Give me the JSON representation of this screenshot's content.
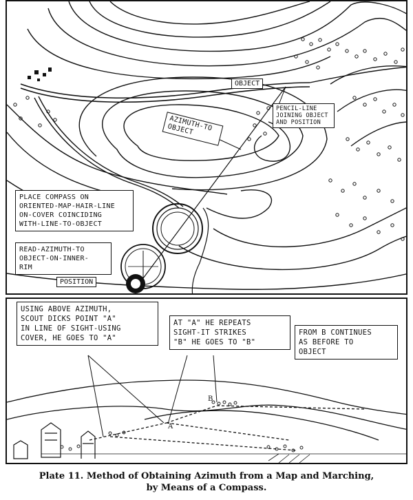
{
  "map_panel": {
    "object_label": "OBJECT",
    "pencil_callout": [
      "PENCIL-LINE",
      "JOINING OBJECT",
      "AND POSITION"
    ],
    "azimuth_callout": [
      "AZIMUTH-TO",
      "OBJECT"
    ],
    "place_compass_callout": [
      "PLACE COMPASS ON",
      "ORIENTED-MAP-HAIR-LINE",
      "ON-COVER COINCIDING",
      "WITH-LINE-TO-OBJECT"
    ],
    "read_azimuth_callout": [
      "READ-AZIMUTH-TO",
      "OBJECT-ON-INNER-",
      "RIM"
    ],
    "position_label": "POSITION"
  },
  "scene_panel": {
    "using_callout": [
      "USING ABOVE AZIMUTH,",
      "SCOUT DICKS POINT \"A\"",
      "IN LINE OF SIGHT-USING",
      "COVER, HE GOES TO \"A\""
    ],
    "at_a_callout": [
      "AT \"A\" HE REPEATS",
      "SIGHT-IT STRIKES",
      "\"B\" HE GOES TO \"B\""
    ],
    "from_b_callout": [
      "FROM B CONTINUES",
      "AS BEFORE TO",
      "OBJECT"
    ],
    "point_a": "A",
    "point_b": "B"
  },
  "caption": {
    "line1": "Plate 11.  Method of Obtaining Azimuth from a Map and Marching,",
    "line2": "by Means of a Compass."
  }
}
